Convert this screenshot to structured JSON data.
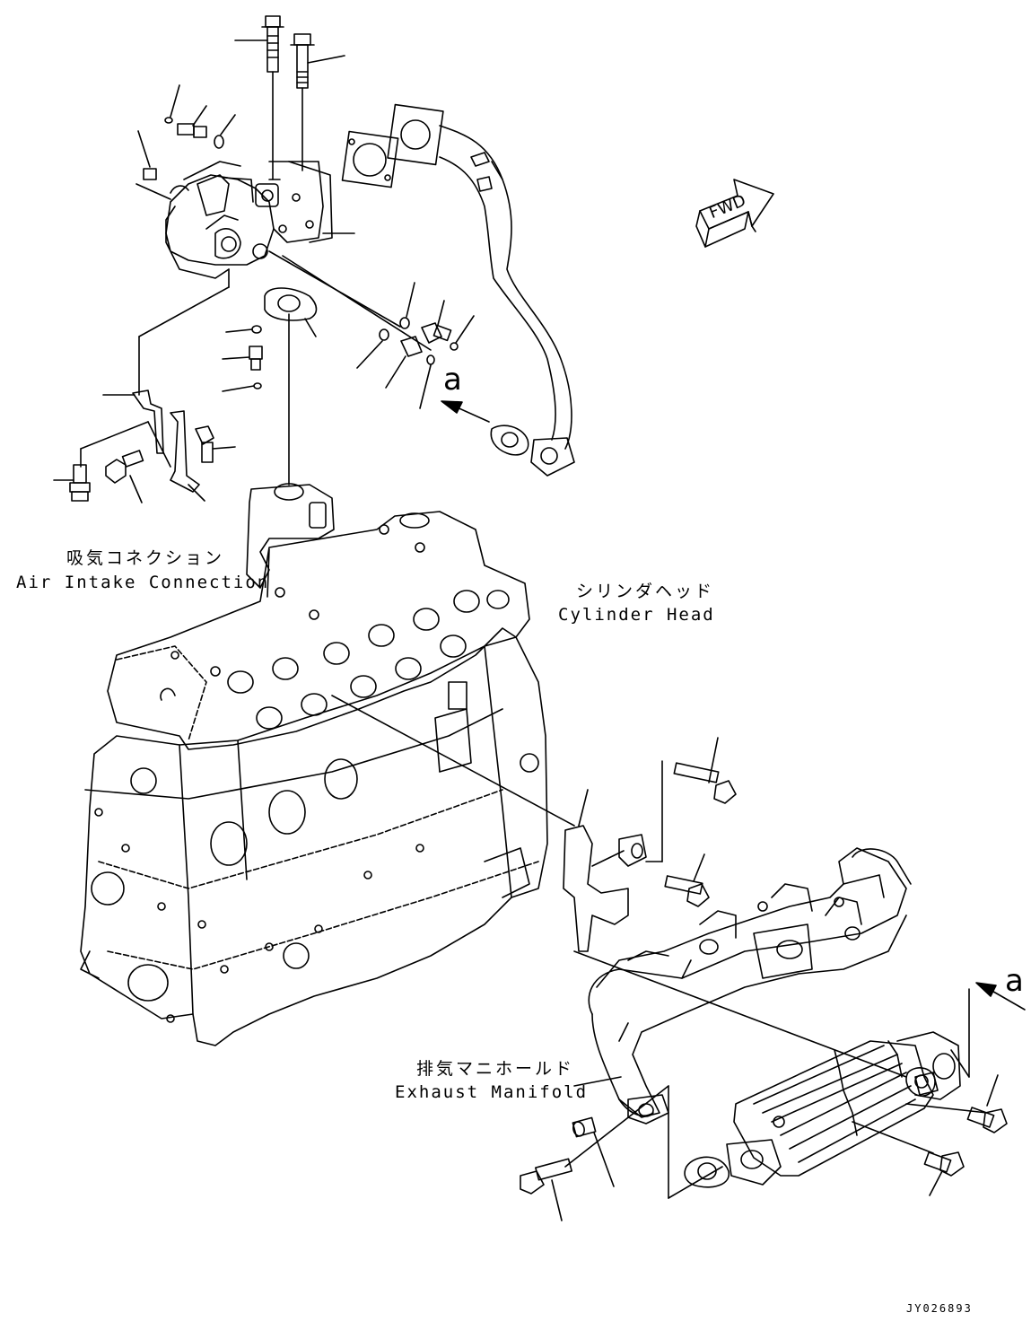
{
  "labels": {
    "air_intake_jp": "吸気コネクション",
    "air_intake_en": "Air Intake Connection",
    "cylinder_head_jp": "シリンダヘッド",
    "cylinder_head_en": "Cylinder Head",
    "exhaust_jp": "排気マニホールド",
    "exhaust_en": "Exhaust Manifold",
    "view_ref_1": "a",
    "view_ref_2": "a",
    "fwd": "FWD",
    "drawing_code": "JY026893"
  },
  "colors": {
    "line": "#000000",
    "background": "#ffffff"
  }
}
